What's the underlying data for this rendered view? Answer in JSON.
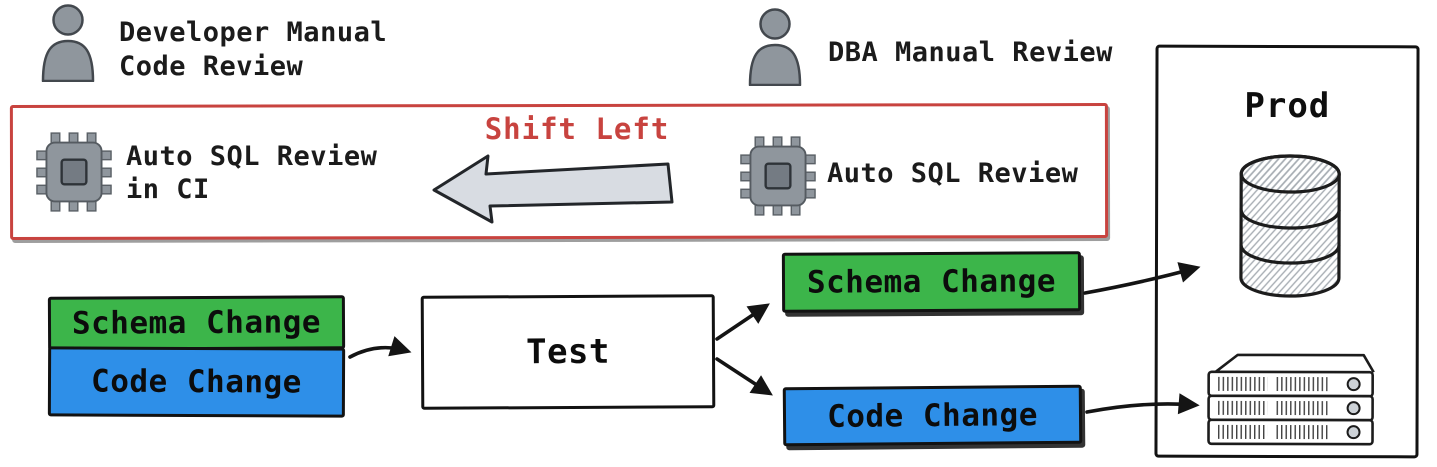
{
  "actors": {
    "developer": {
      "line1": "Developer Manual",
      "line2": "Code Review",
      "icon": "person-icon"
    },
    "dba": {
      "label": "DBA Manual Review",
      "icon": "person-icon"
    }
  },
  "shift_panel": {
    "auto_sql_ci": {
      "line1": "Auto SQL Review",
      "line2": "in CI",
      "icon": "chip-icon"
    },
    "shift_left_label": "Shift Left",
    "auto_sql_right": {
      "label": "Auto SQL Review",
      "icon": "chip-icon"
    },
    "arrow_icon": "shift-left-arrow"
  },
  "flow": {
    "schema_change_left": "Schema Change",
    "code_change_left": "Code Change",
    "test_label": "Test",
    "schema_change_right": "Schema Change",
    "code_change_right": "Code Change"
  },
  "prod": {
    "title": "Prod",
    "database_icon": "database-icon",
    "server_icon": "server-icon"
  },
  "colors": {
    "schema_green": "#3cb54a",
    "code_blue": "#2e8fe8",
    "accent_red": "#c8433f",
    "icon_gray": "#8f969d",
    "arrow_fill": "#d8dce2",
    "ink": "#1a1a1a"
  }
}
